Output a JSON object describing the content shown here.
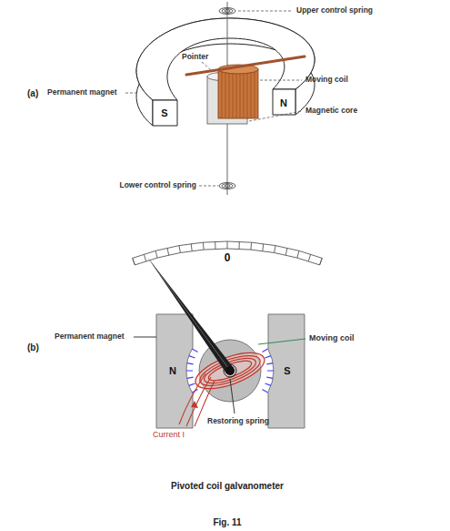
{
  "diagram": {
    "caption": "Pivoted coil galvanometer",
    "labels": [
      "Upper control spring",
      "Pointer",
      "Moving coil",
      "(a)",
      "Permanent magnet",
      "N",
      "S",
      "Magnetic core",
      "Lower control spring",
      "0",
      "(b)",
      "Permanent magnet",
      "Moving coil",
      "N",
      "S",
      "Restoring spring",
      "Current I",
      "Fig. 11"
    ]
  }
}
